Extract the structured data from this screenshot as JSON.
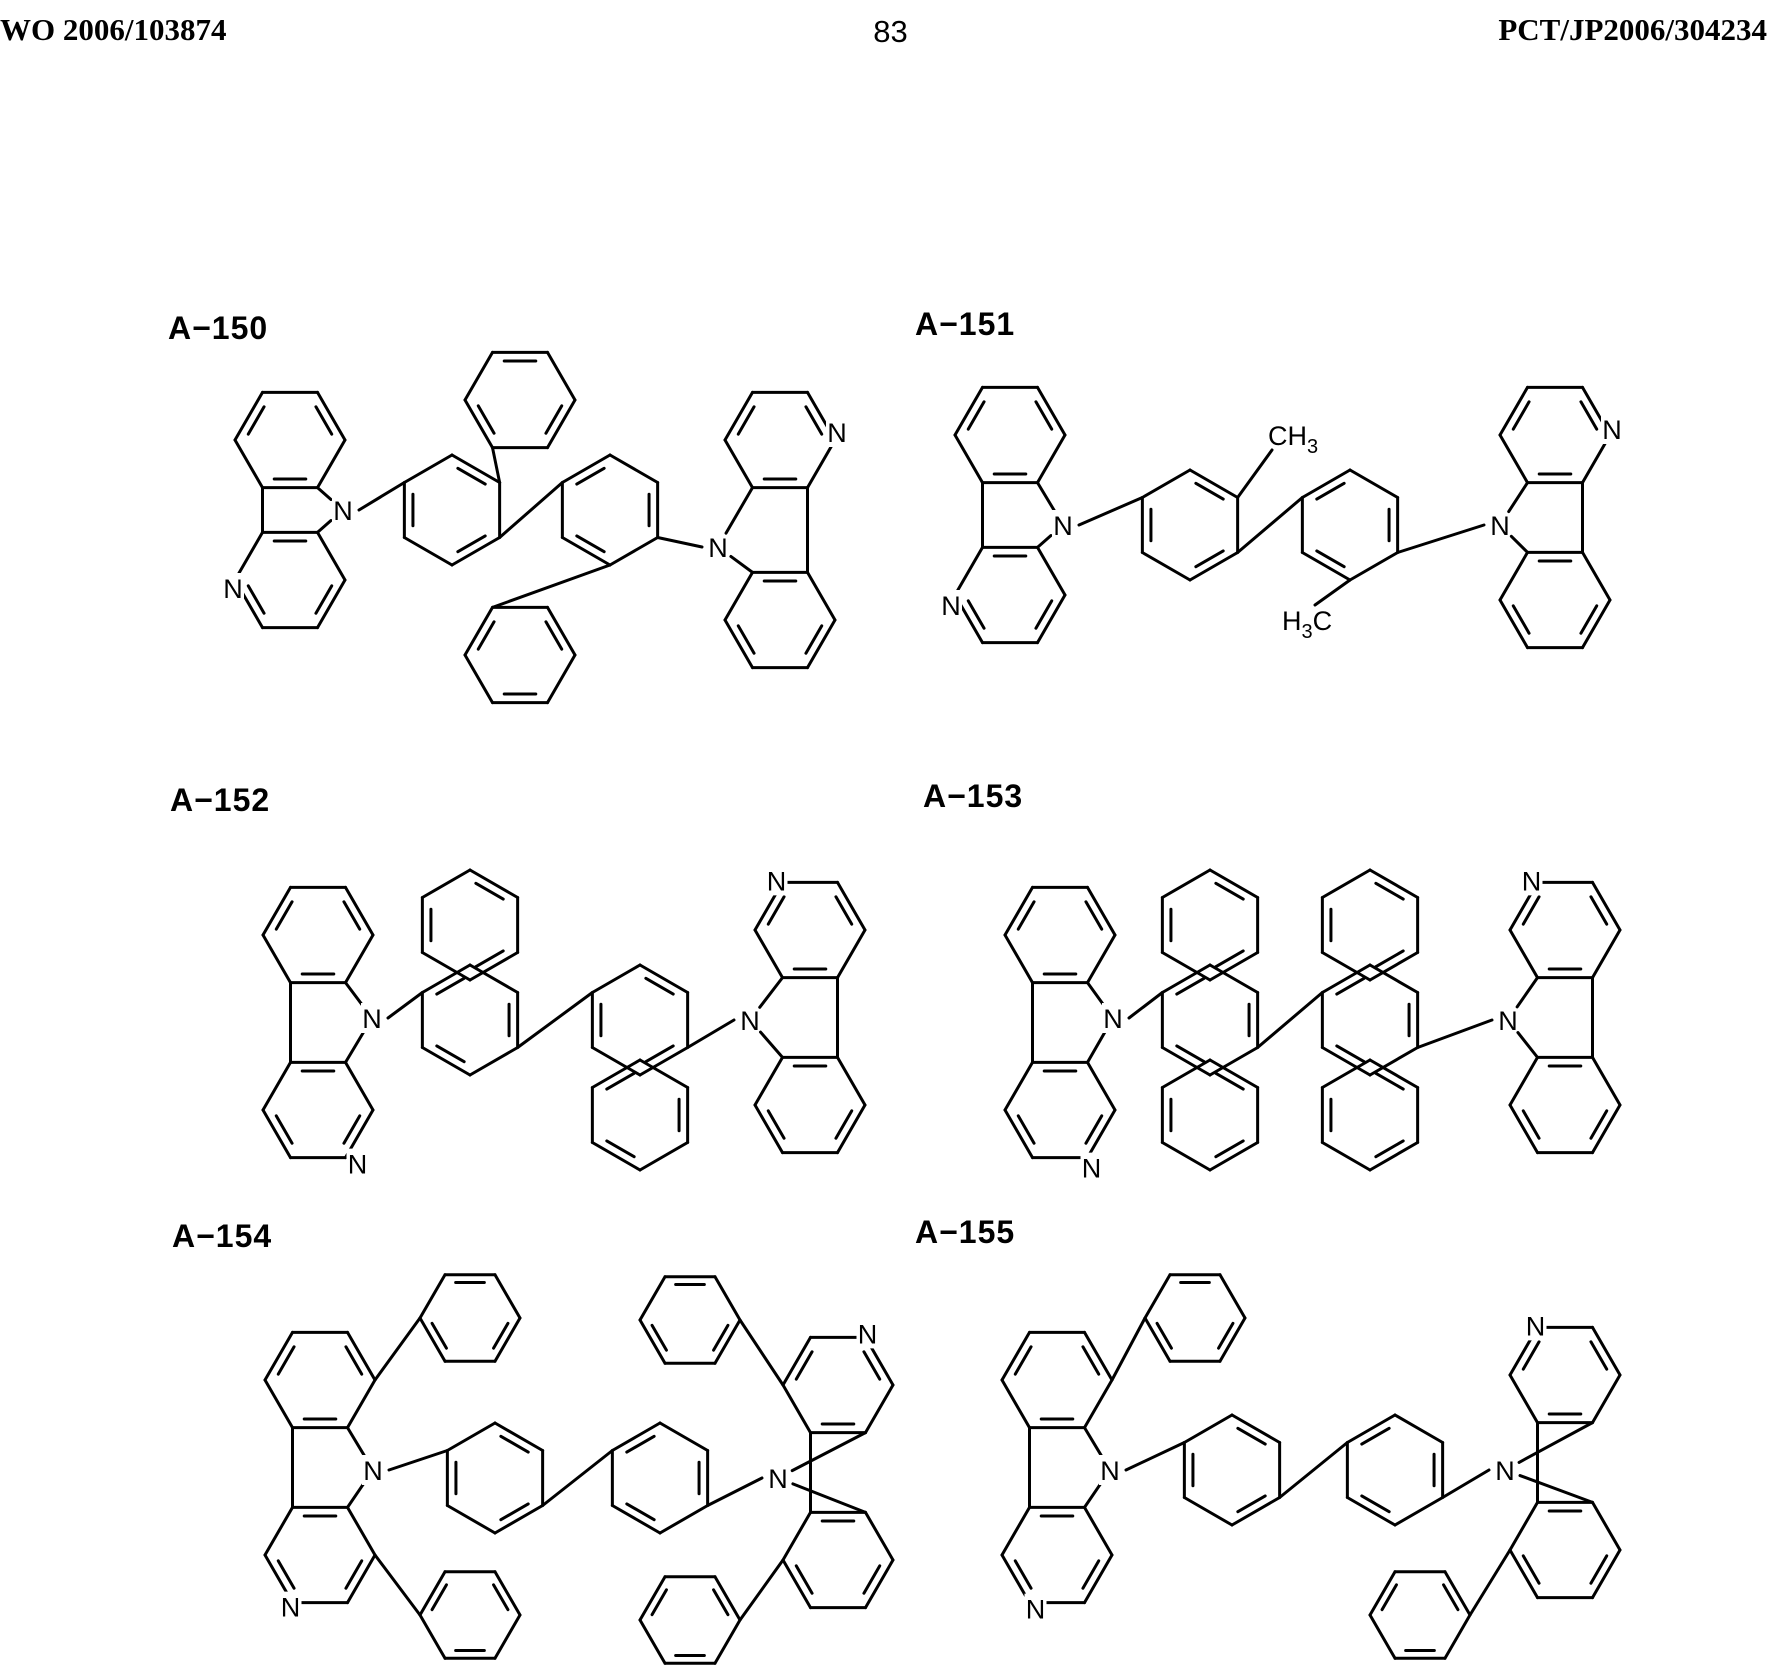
{
  "header": {
    "publication_number": "WO 2006/103874",
    "page_number": "83",
    "application_number": "PCT/JP2006/304234"
  },
  "compounds": [
    {
      "id": "A-150",
      "label": "A−150",
      "atom_labels": [
        "N",
        "N",
        "N",
        "N"
      ]
    },
    {
      "id": "A-151",
      "label": "A−151",
      "atom_labels": [
        "N",
        "N",
        "N",
        "N"
      ],
      "substituents": {
        "top": "CH3",
        "bottom": "H3C"
      }
    },
    {
      "id": "A-152",
      "label": "A−152",
      "atom_labels": [
        "N",
        "N",
        "N",
        "N"
      ]
    },
    {
      "id": "A-153",
      "label": "A−153",
      "atom_labels": [
        "N",
        "N",
        "N",
        "N"
      ]
    },
    {
      "id": "A-154",
      "label": "A−154",
      "atom_labels": [
        "N",
        "N",
        "N",
        "N"
      ]
    },
    {
      "id": "A-155",
      "label": "A−155",
      "atom_labels": [
        "N",
        "N",
        "N",
        "N"
      ]
    }
  ],
  "substituent_text": {
    "ch3_main": "CH",
    "ch3_sub": "3",
    "h3c_h": "H",
    "h3c_sub": "3",
    "h3c_c": "C"
  }
}
